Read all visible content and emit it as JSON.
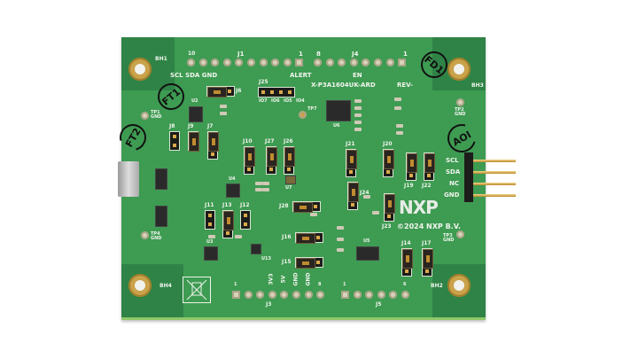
{
  "board": {
    "name": "X-P3A1604UK-ARD",
    "revision": "REV-",
    "copyright": "©2024 NXP B.V.",
    "logo": "NXP",
    "header_labels": {
      "scl_sda_gnd": "SCL SDA GND",
      "alert": "ALERT",
      "en": "EN"
    },
    "j1": {
      "label": "J1",
      "first": "10",
      "last": "1"
    },
    "j4": {
      "label": "J4",
      "first": "8",
      "last": "1"
    },
    "j3": {
      "label": "J3",
      "first": "1",
      "last": "8",
      "pins": [
        "3V3",
        "5V",
        "GND",
        "GND"
      ]
    },
    "j5": {
      "label": "J5",
      "first": "1",
      "last": "6"
    },
    "j25": {
      "label": "J25",
      "pins": [
        "IO7",
        "IO6",
        "IO5",
        "IO4"
      ]
    },
    "right_header": [
      "SCL",
      "SDA",
      "NC",
      "GND"
    ],
    "mounting_holes": [
      "BH1",
      "BH3",
      "BH4",
      "BH2"
    ],
    "test_points": [
      "TP1 GND",
      "TP2 GND",
      "TP3 GND",
      "TP4 GND",
      "TP7"
    ],
    "chips": [
      "U2",
      "U3",
      "U4",
      "U5",
      "U6",
      "U7",
      "U13"
    ],
    "jumpers": [
      "J6",
      "J7",
      "J8",
      "J9",
      "J10",
      "J11",
      "J12",
      "J13",
      "J14",
      "J15",
      "J16",
      "J17",
      "J19",
      "J20",
      "J21",
      "J22",
      "J23",
      "J24",
      "J26",
      "J27",
      "J28"
    ],
    "marks": [
      "FT1",
      "FD1",
      "FT2",
      "AOI"
    ]
  }
}
